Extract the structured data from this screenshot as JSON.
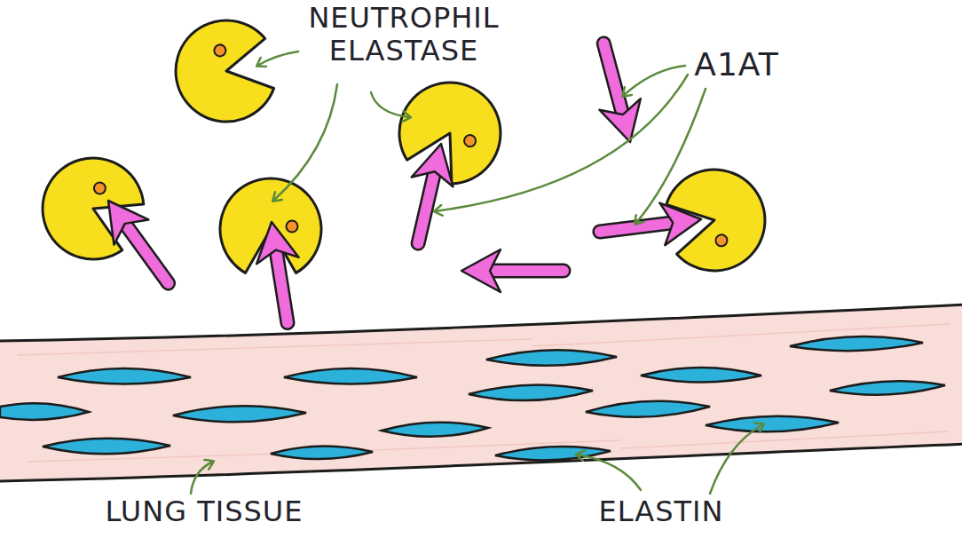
{
  "diagram": {
    "labels": [
      "NEUTROPHIL ELASTASE",
      "A1AT",
      "LUNG TISSUE",
      "ELASTIN"
    ]
  }
}
